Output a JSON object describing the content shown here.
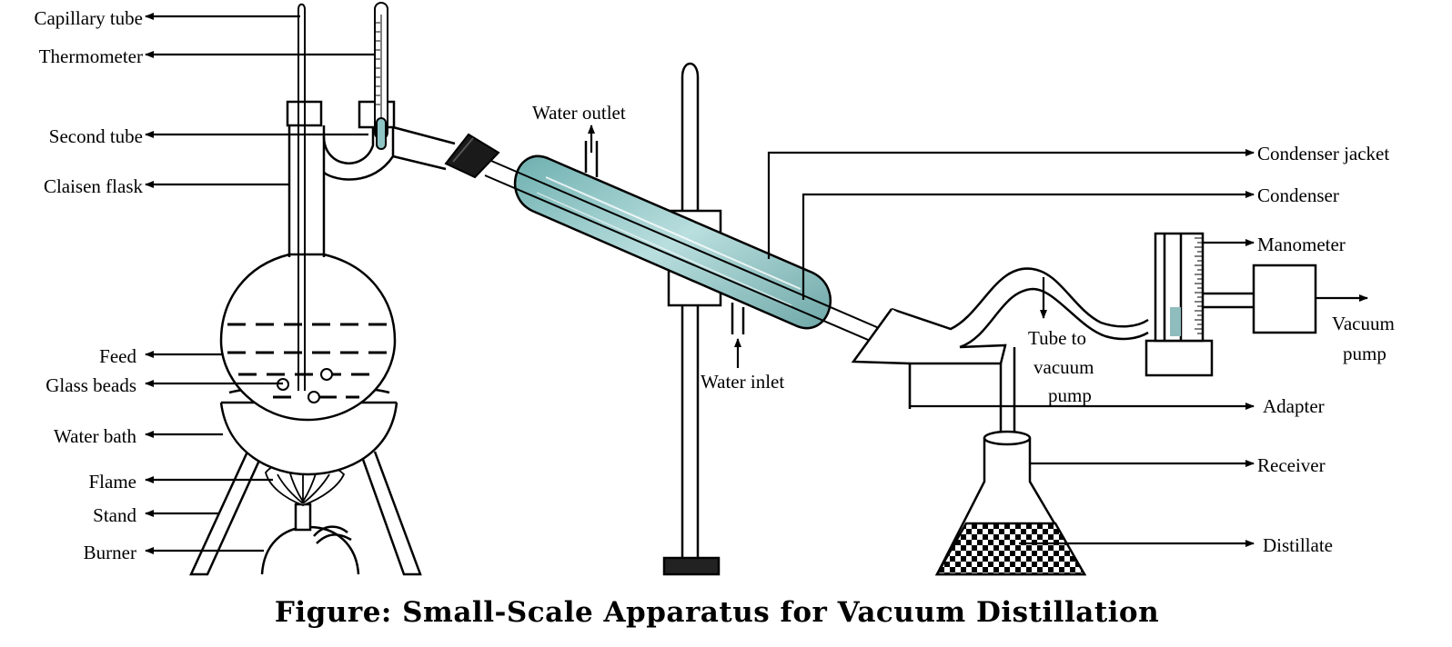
{
  "figure": {
    "caption": "Figure: Small-Scale Apparatus for Vacuum Distillation"
  },
  "labels": {
    "capillary_tube": "Capillary tube",
    "thermometer": "Thermometer",
    "second_tube": "Second tube",
    "claisen_flask": "Claisen flask",
    "feed": "Feed",
    "glass_beads": "Glass beads",
    "water_bath": "Water bath",
    "flame": "Flame",
    "stand": "Stand",
    "burner": "Burner",
    "water_outlet": "Water outlet",
    "water_inlet": "Water inlet",
    "condenser_jacket": "Condenser jacket",
    "condenser": "Condenser",
    "manometer": "Manometer",
    "vacuum_pump_line1": "Vacuum",
    "vacuum_pump_line2": "pump",
    "tube_to_vacuum_line1": "Tube to",
    "tube_to_vacuum_line2": "vacuum",
    "tube_to_vacuum_line3": "pump",
    "adapter": "Adapter",
    "receiver": "Receiver",
    "distillate": "Distillate"
  },
  "colors": {
    "condenser_fill": "#8fc4c4",
    "manometer_fluid": "#8fbcbc",
    "line": "#000000"
  }
}
